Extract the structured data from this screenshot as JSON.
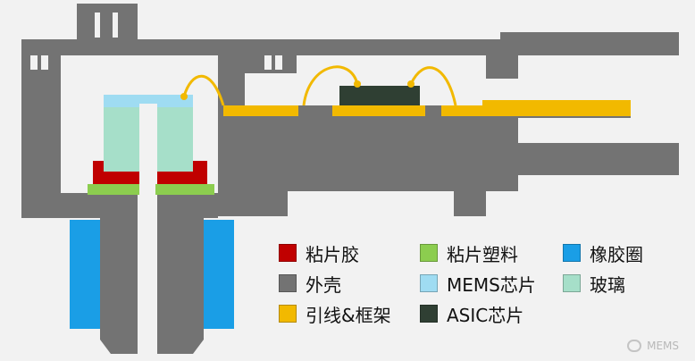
{
  "colors": {
    "background": "#f2f2f2",
    "adhesive": "#c00000",
    "housing": "#737373",
    "leadframe": "#f2b900",
    "plastic_adhesive": "#8ccd4f",
    "mems_chip": "#9fdcf2",
    "asic_chip": "#2f3f33",
    "rubber_ring": "#1a9ee6",
    "glass": "#a6dfc9"
  },
  "legend": [
    {
      "label": "粘片胶",
      "color": "#c00000"
    },
    {
      "label": "粘片塑料",
      "color": "#8ccd4f"
    },
    {
      "label": "橡胶圈",
      "color": "#1a9ee6"
    },
    {
      "label": "外壳",
      "color": "#737373"
    },
    {
      "label": "MEMS芯片",
      "color": "#9fdcf2"
    },
    {
      "label": "玻璃",
      "color": "#a6dfc9"
    },
    {
      "label": "引线&框架",
      "color": "#f2b900"
    },
    {
      "label": "ASIC芯片",
      "color": "#2f3f33"
    }
  ],
  "watermark": "MEMS"
}
